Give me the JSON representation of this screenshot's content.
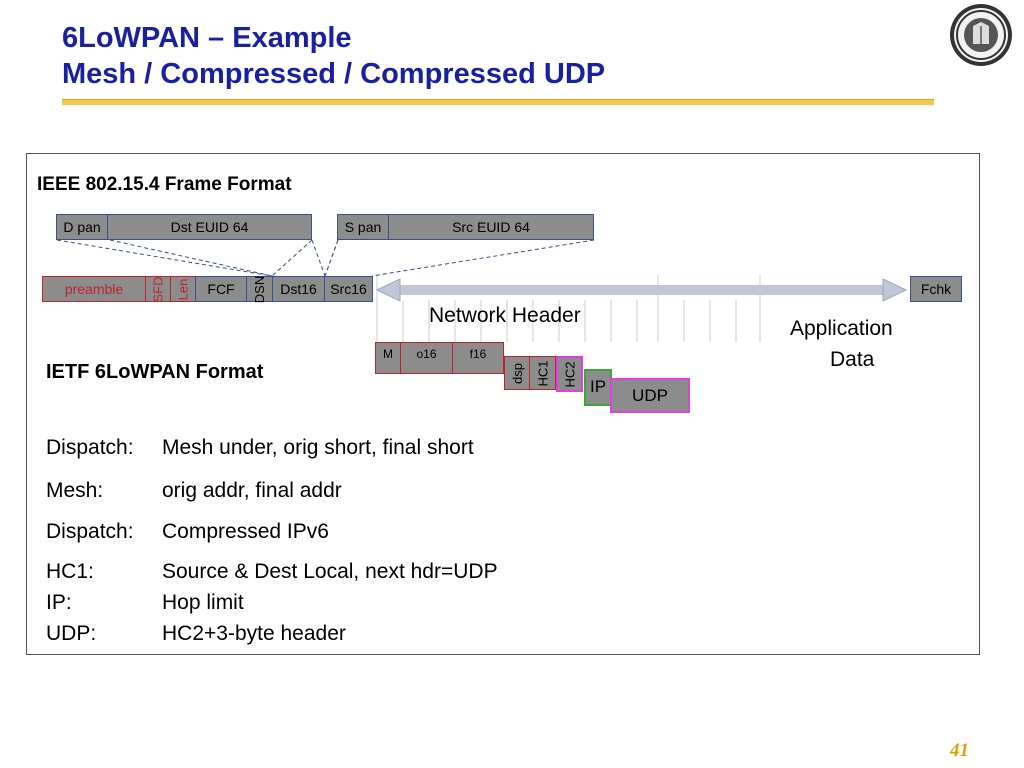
{
  "title": {
    "line1": "6LoWPAN – Example",
    "line2": "Mesh / Compressed / Compressed UDP"
  },
  "frame_format": {
    "heading": "IEEE 802.15.4 Frame Format",
    "addr_row": {
      "d_pan": "D pan",
      "dst_euid": "Dst EUID 64",
      "s_pan": "S pan",
      "src_euid": "Src EUID 64"
    },
    "frame_row": {
      "preamble": "preamble",
      "sfd": "SFD",
      "len": "Len",
      "fcf": "FCF",
      "dsn": "DSN",
      "dst16": "Dst16",
      "src16": "Src16",
      "fchk": "Fchk"
    },
    "network_header_label": "Network Header",
    "application_data_label_1": "Application",
    "application_data_label_2": "Data"
  },
  "lowpan_format": {
    "heading": "IETF 6LoWPAN Format",
    "mesh_m": "M",
    "mesh_o16": "o16",
    "mesh_f16": "f16",
    "dsp": "dsp",
    "hc1": "HC1",
    "hc2": "HC2",
    "ip": "IP",
    "udp": "UDP"
  },
  "descriptions": [
    {
      "key": "Dispatch:",
      "value": "Mesh under, orig short, final short"
    },
    {
      "key": "Mesh:",
      "value": "orig addr, final addr"
    },
    {
      "key": "Dispatch:",
      "value": "Compressed IPv6"
    },
    {
      "key": "HC1:",
      "value": "Source & Dest Local, next hdr=UDP"
    },
    {
      "key": "IP:",
      "value": "Hop limit"
    },
    {
      "key": "UDP:",
      "value": "HC2+3-byte header"
    }
  ],
  "page_number": "41",
  "colors": {
    "title": "#1a1fa8",
    "underline": "#f2c94c",
    "box_fill": "#8c8c8c",
    "preamble_red": "#c0232b",
    "hc2_magenta": "#e040e0",
    "ip_green": "#33aa33",
    "arrow": "#c0c8d8",
    "page_number": "#d7a300"
  },
  "icons": {
    "seal": "university-seal-icon"
  }
}
